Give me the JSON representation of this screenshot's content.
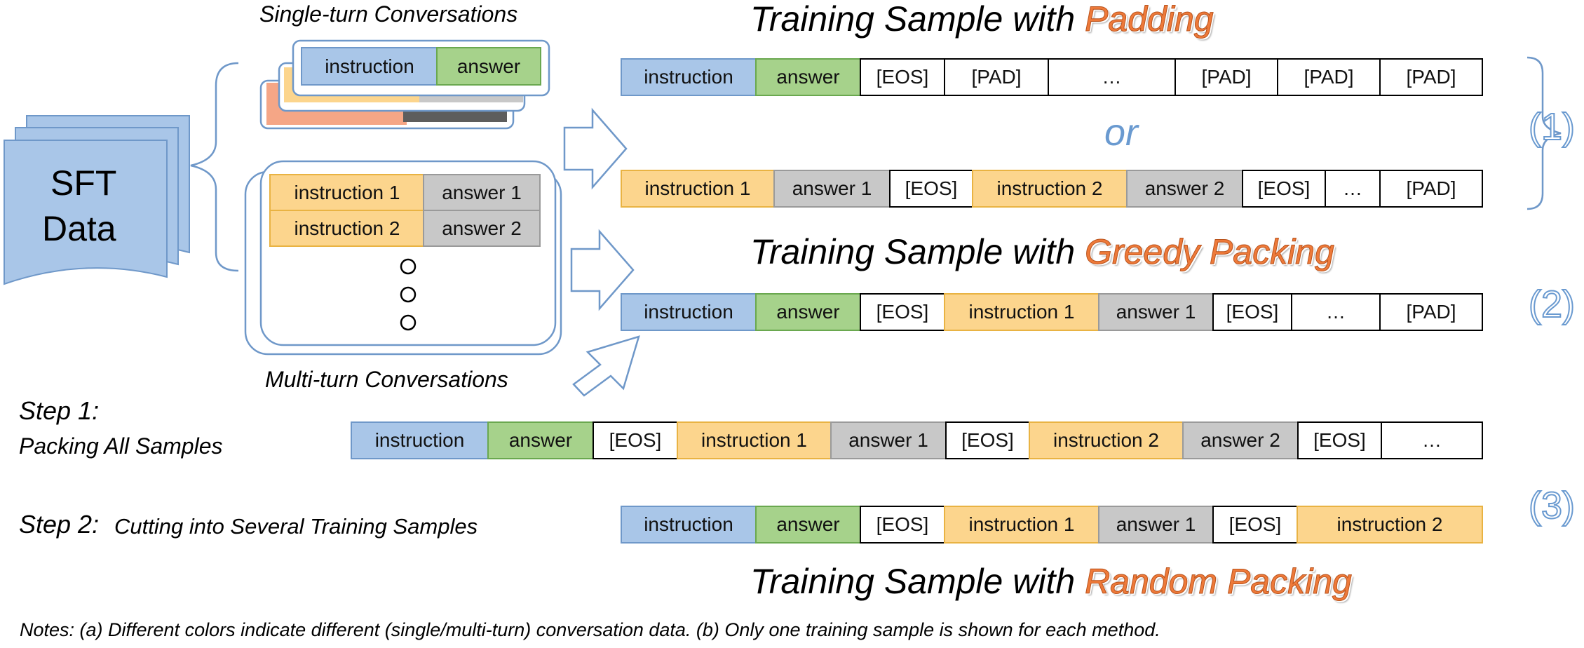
{
  "left": {
    "sft_label_1": "SFT",
    "sft_label_2": "Data",
    "single_turn_title": "Single-turn Conversations",
    "multi_turn_title": "Multi-turn Conversations",
    "single_cells": [
      "instruction",
      "answer"
    ],
    "multi_rows": [
      [
        "instruction 1",
        "answer 1"
      ],
      [
        "instruction 2",
        "answer 2"
      ]
    ]
  },
  "headers": {
    "padding_prefix": "Training Sample with ",
    "padding_highlight": "Padding",
    "greedy_prefix": "Training Sample with ",
    "greedy_highlight": "Greedy Packing",
    "random_prefix": "Training Sample with ",
    "random_highlight": "Random Packing",
    "or": "or"
  },
  "markers": [
    "(1)",
    "(2)",
    "(3)"
  ],
  "steps": {
    "step1_title": "Step 1:",
    "step1_desc": "Packing All Samples",
    "step2_title": "Step 2:",
    "step2_desc": "Cutting into Several Training Samples"
  },
  "rows": {
    "padding_a": [
      "instruction",
      "answer",
      "[EOS]",
      "[PAD]",
      "…",
      "[PAD]",
      "[PAD]",
      "[PAD]"
    ],
    "padding_b": [
      "instruction 1",
      "answer 1",
      "[EOS]",
      "instruction 2",
      "answer 2",
      "[EOS]",
      "…",
      "[PAD]"
    ],
    "greedy": [
      "instruction",
      "answer",
      "[EOS]",
      "instruction 1",
      "answer 1",
      "[EOS]",
      "…",
      "[PAD]"
    ],
    "step1": [
      "instruction",
      "answer",
      "[EOS]",
      "instruction 1",
      "answer 1",
      "[EOS]",
      "instruction 2",
      "answer 2",
      "[EOS]",
      "…"
    ],
    "random": [
      "instruction",
      "answer",
      "[EOS]",
      "instruction 1",
      "answer 1",
      "[EOS]",
      "instruction 2"
    ]
  },
  "notes": "Notes:  (a) Different colors indicate different (single/multi-turn) conversation data.  (b) Only one training sample is shown for each method.",
  "colors": {
    "instruction_blue": "#a9c6e8",
    "answer_green": "#a6d28b",
    "instruction_yellow": "#fcd58d",
    "answer_gray": "#c8c8c8",
    "highlight_orange": "#ee7a3a",
    "or_blue": "#6a9ad0"
  }
}
